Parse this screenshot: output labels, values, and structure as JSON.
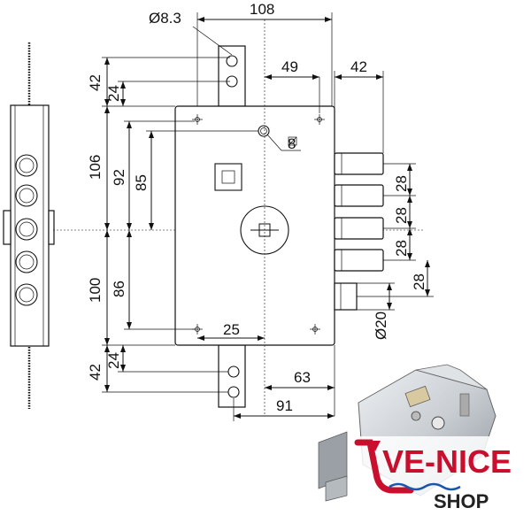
{
  "dimensions": {
    "d_8_3": "Ø8.3",
    "d_108": "108",
    "d_49": "49",
    "d_42_top": "42",
    "d_42_left_top": "42",
    "d_24_top": "24",
    "d_106": "106",
    "d_92": "92",
    "d_85": "85",
    "d_8": "8",
    "d_28_a": "28",
    "d_28_b": "28",
    "d_28_c": "28",
    "d_28_d": "28",
    "d_100": "100",
    "d_86": "86",
    "d_25": "25",
    "d_20": "Ø20",
    "d_42_left_bottom": "42",
    "d_24_bottom": "24",
    "d_63": "63",
    "d_91": "91"
  },
  "logo": {
    "name": "VE-NICE",
    "tagline": "SHOP",
    "colors": {
      "red": "#c8102e",
      "blue": "#1a56b0",
      "dark": "#222222"
    }
  }
}
